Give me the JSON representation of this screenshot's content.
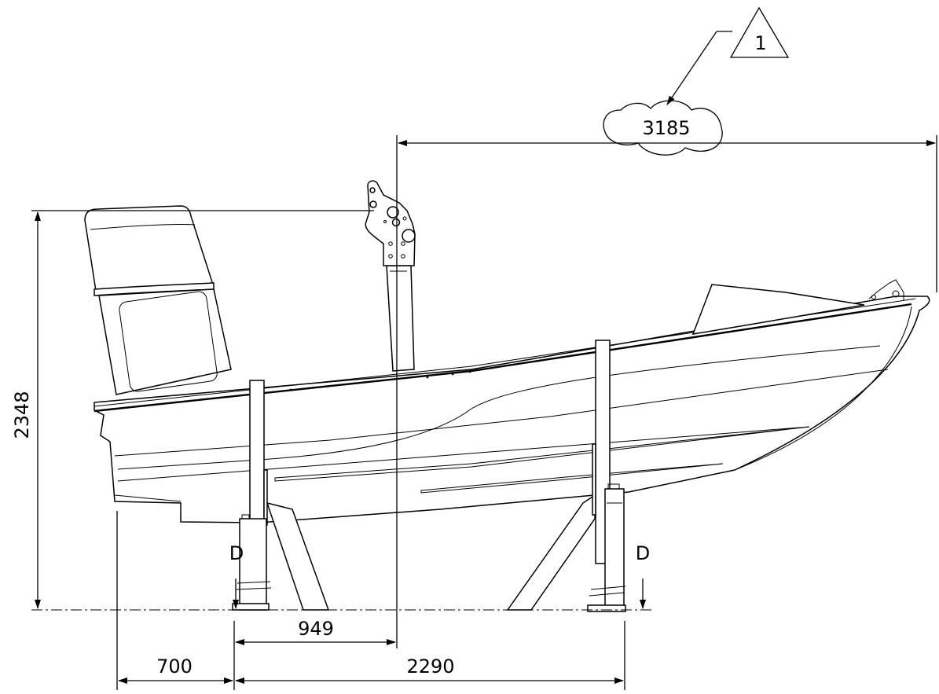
{
  "dimensions": {
    "overall_height": "2348",
    "cradle_spacing": "2290",
    "stern_offset": "700",
    "lift_point_offset": "949",
    "lift_point_to_bow": "3185"
  },
  "section_marks": {
    "left": "D",
    "right": "D"
  },
  "revision": {
    "number": "1"
  }
}
